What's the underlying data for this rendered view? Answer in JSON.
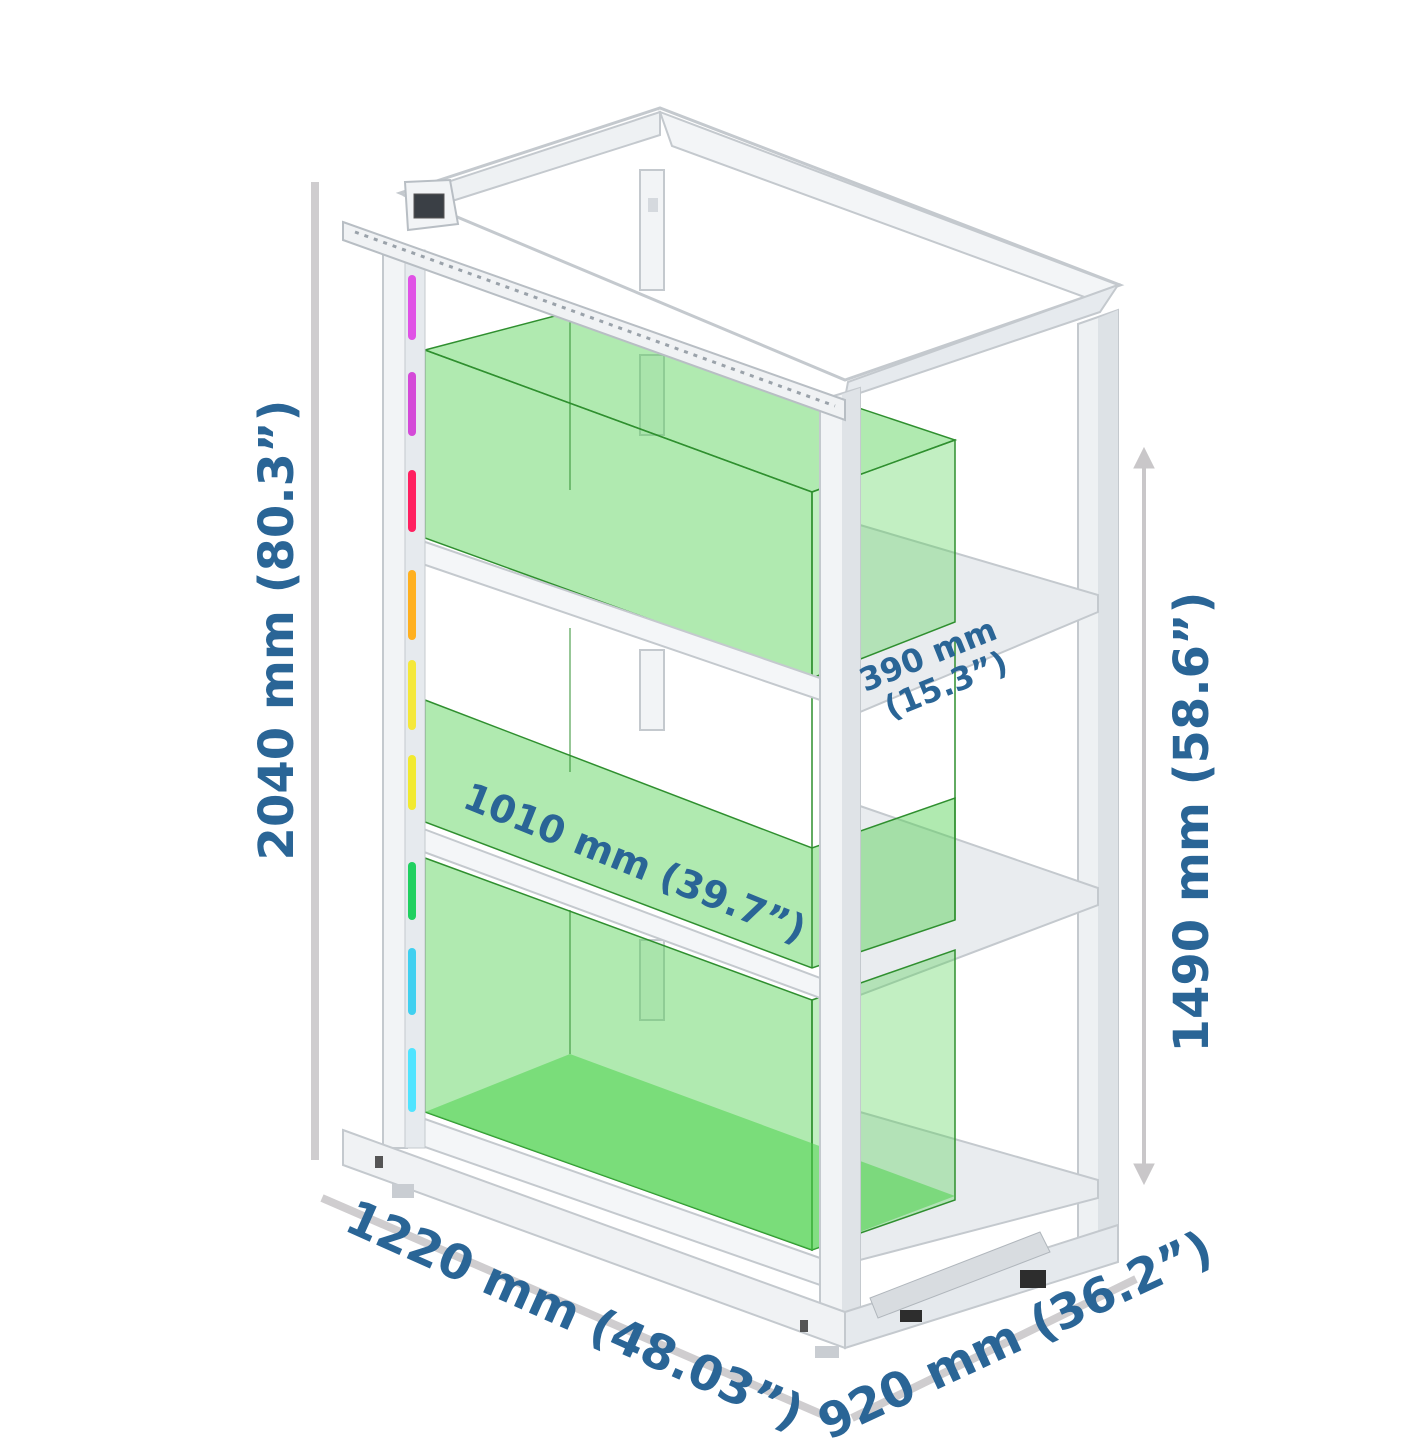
{
  "dimensions": {
    "total_height": "2040 mm (80.3”)",
    "shelf_height": "1490 mm (58.6”)",
    "width": "1220 mm (48.03”)",
    "depth": "920 mm (36.2”)",
    "tray_length": "1010 mm (39.7”)",
    "tray_depth_line1": "390 mm",
    "tray_depth_line2": "(15.3”)"
  },
  "colors": {
    "label": "#2a6596",
    "dimension_line": "#cfcdcf",
    "frame": "#eef1f3",
    "frame_edge": "#c4c9ce",
    "tray_fill": "#4fd14f",
    "tray_edge": "#2f8f2f"
  },
  "led_colors": [
    "#e052e6",
    "#d44ad8",
    "#ff2060",
    "#ffb020",
    "#f5e83a",
    "#f2ea30",
    "#20d060",
    "#40d0f0",
    "#50e4ff"
  ]
}
